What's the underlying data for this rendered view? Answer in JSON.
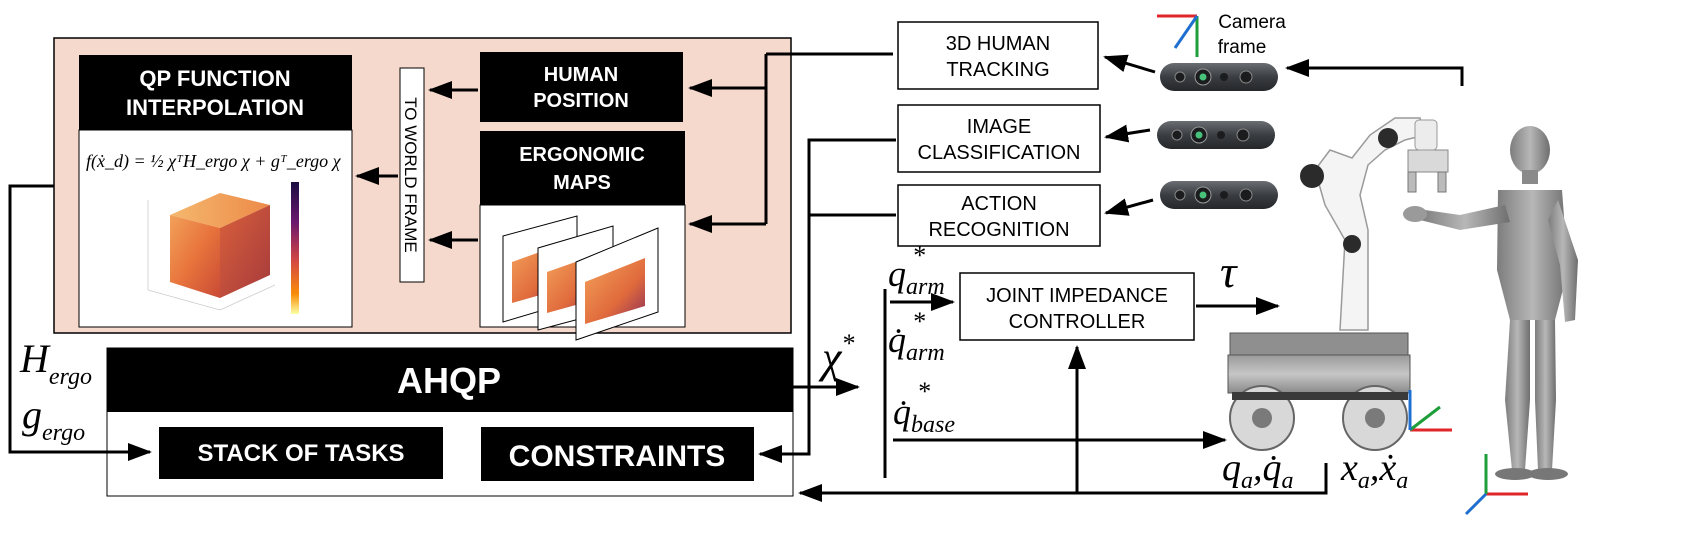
{
  "blocks": {
    "qp_interpolation": {
      "line1": "QP FUNCTION",
      "line2": "INTERPOLATION"
    },
    "qp_formula": "f(ẋ_d) = ½ χᵀH_ergo χ + gᵀ_ergo χ",
    "to_world_frame": "TO WORLD FRAME",
    "human_position": {
      "line1": "HUMAN",
      "line2": "POSITION"
    },
    "ergonomic_maps": {
      "line1": "ERGONOMIC",
      "line2": "MAPS"
    },
    "tracking": {
      "line1": "3D HUMAN",
      "line2": "TRACKING"
    },
    "image_classification": {
      "line1": "IMAGE",
      "line2": "CLASSIFICATION"
    },
    "action_recognition": {
      "line1": "ACTION",
      "line2": "RECOGNITION"
    },
    "camera_frame": {
      "line1": "Camera",
      "line2": "frame"
    },
    "joint_impedance": {
      "line1": "JOINT IMPEDANCE",
      "line2": "CONTROLLER"
    },
    "ahqp": "AHQP",
    "stack_of_tasks": "STACK OF TASKS",
    "constraints": "CONSTRAINTS"
  },
  "symbols": {
    "H": "H",
    "H_sub": "ergo",
    "g": "g",
    "g_sub": "ergo",
    "chi": "χ",
    "star": "*",
    "q_arm": "q",
    "q_arm_sub": "arm",
    "qdot_arm": "q̇",
    "qdot_arm_sub": "arm",
    "qdot_base": "q̇",
    "qdot_base_sub": "base",
    "tau": "τ",
    "q_a": "q",
    "q_a_sub": "a",
    "qdot_a": "q̇",
    "qdot_a_sub": "a",
    "x_a": "x",
    "x_a_sub": "a",
    "xdot_a": "ẋ",
    "xdot_a_sub": "a",
    "comma": ","
  },
  "colors": {
    "panel_fill": "#f6d9cd",
    "dark_fill": "#000000",
    "axis_x": "#e0262a",
    "axis_y": "#1e9e3b",
    "axis_z": "#1f6fd1"
  }
}
